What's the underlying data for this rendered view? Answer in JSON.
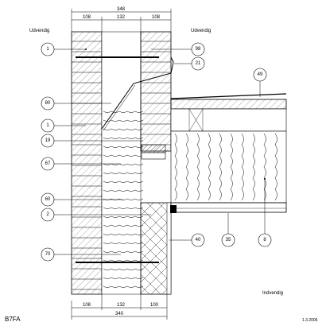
{
  "drawing": {
    "code": "B7FA",
    "date": "1.3.2006",
    "labels": {
      "outside_left": "Udvendig",
      "outside_right": "Udvendig",
      "inside": "Indvendig"
    },
    "top_dims": {
      "total": "348",
      "parts": [
        "108",
        "132",
        "108"
      ]
    },
    "bottom_dims": {
      "total": "340",
      "parts": [
        "108",
        "132",
        "100"
      ]
    },
    "callouts_left": [
      "1",
      "80",
      "1",
      "19",
      "67",
      "60",
      "2",
      "70"
    ],
    "callouts_right_top": [
      "98",
      "21",
      "49"
    ],
    "callouts_bottom": [
      "40",
      "35",
      "8"
    ]
  }
}
